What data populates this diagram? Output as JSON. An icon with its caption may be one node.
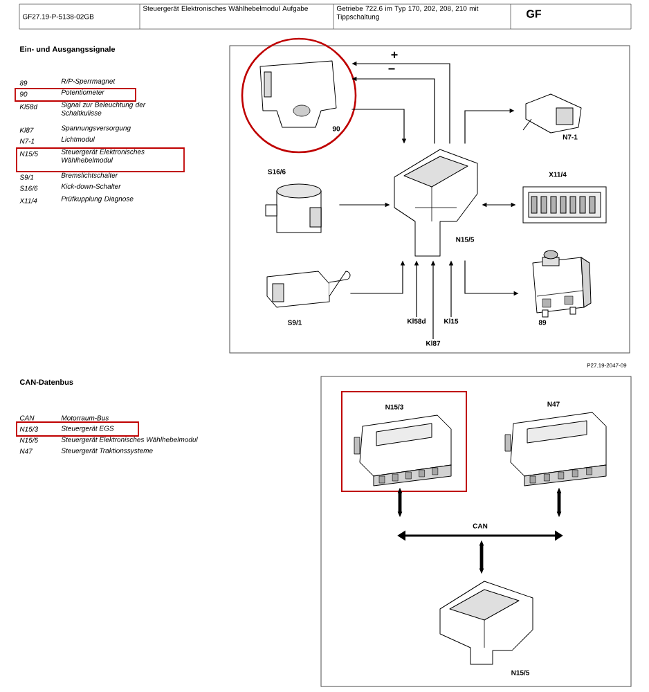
{
  "diagram": {
    "nodes": [
      {
        "text": [],
        "shape": "picture",
        "beside": [
          "90"
        ]
      },
      {
        "text": [],
        "shape": "picture",
        "beside": [
          "N15/5"
        ]
      },
      {
        "text": [],
        "shape": "picture",
        "beside": [
          "N7-1"
        ]
      },
      {
        "text": [],
        "shape": "picture",
        "beside": [
          "S16/6"
        ]
      },
      {
        "text": [],
        "shape": "picture",
        "beside": [
          "X11/4"
        ]
      },
      {
        "text": [],
        "shape": "picture",
        "beside": [
          "S9/1"
        ]
      },
      {
        "text": [],
        "shape": "picture",
        "beside": [
          "89"
        ]
      },
      {
        "text": [
          "Kl58d"
        ]
      },
      {
        "text": [
          "Kl87"
        ]
      },
      {
        "text": [
          "Kl15"
        ]
      },
      {
        "text": [],
        "shape": "picture",
        "beside": [
          "N15/3"
        ]
      },
      {
        "text": [],
        "shape": "picture",
        "beside": [
          "N47"
        ]
      },
      {
        "text": [],
        "shape": "picture",
        "beside": [
          "N15/5"
        ]
      },
      {
        "text": [
          "CAN"
        ]
      }
    ],
    "edges": [
      {
        "from": 1,
        "to": 0,
        "arrow": "to",
        "label": "+"
      },
      {
        "from": 1,
        "to": 0,
        "arrow": "to",
        "label": "−"
      },
      {
        "from": 0,
        "to": 1,
        "arrow": "to"
      },
      {
        "from": 1,
        "to": 2,
        "arrow": "to"
      },
      {
        "from": 3,
        "to": 1,
        "arrow": "to"
      },
      {
        "from": 1,
        "to": 4,
        "arrow": "both"
      },
      {
        "from": 5,
        "to": 1,
        "arrow": "to"
      },
      {
        "from": 1,
        "to": 6,
        "arrow": "to"
      },
      {
        "from": 7,
        "to": 1,
        "arrow": "to"
      },
      {
        "from": 8,
        "to": 1,
        "arrow": "to"
      },
      {
        "from": 9,
        "to": 1,
        "arrow": "to"
      },
      {
        "from": 10,
        "to": 13,
        "arrow": "both",
        "style": "thick"
      },
      {
        "from": 11,
        "to": 13,
        "arrow": "both",
        "style": "thick"
      },
      {
        "from": 13,
        "to": 12,
        "arrow": "both",
        "style": "thick"
      }
    ],
    "labels": [
      "GF27.19-P-5138-02GB",
      "Steuergerät Elektronisches Wählhebelmodul Aufgabe",
      "Getriebe 722.6 im Typ 170, 202, 208, 210 mit Tippschaltung",
      "GF",
      "Ein- und Ausgangssignale",
      "89",
      "R/P-Sperrmagnet",
      "90",
      "Potentiometer",
      "Kl58d",
      "Signal zur Beleuchtung der Schaltkulisse",
      "Kl87",
      "Spannungsversorgung",
      "N7-1",
      "Lichtmodul",
      "N15/5",
      "Steuergerät Elektronisches Wählhebelmodul",
      "S9/1",
      "Bremslichtschalter",
      "S16/6",
      "Kick-down-Schalter",
      "X11/4",
      "Prüfkupplung Diagnose",
      "P27.19-2047-09",
      "CAN-Datenbus",
      "CAN",
      "Motorraum-Bus",
      "N15/3",
      "Steuergerät EGS",
      "N15/5",
      "Steuergerät Elektronisches Wählhebelmodul",
      "N47",
      "Steuergerät Traktionssysteme"
    ]
  }
}
